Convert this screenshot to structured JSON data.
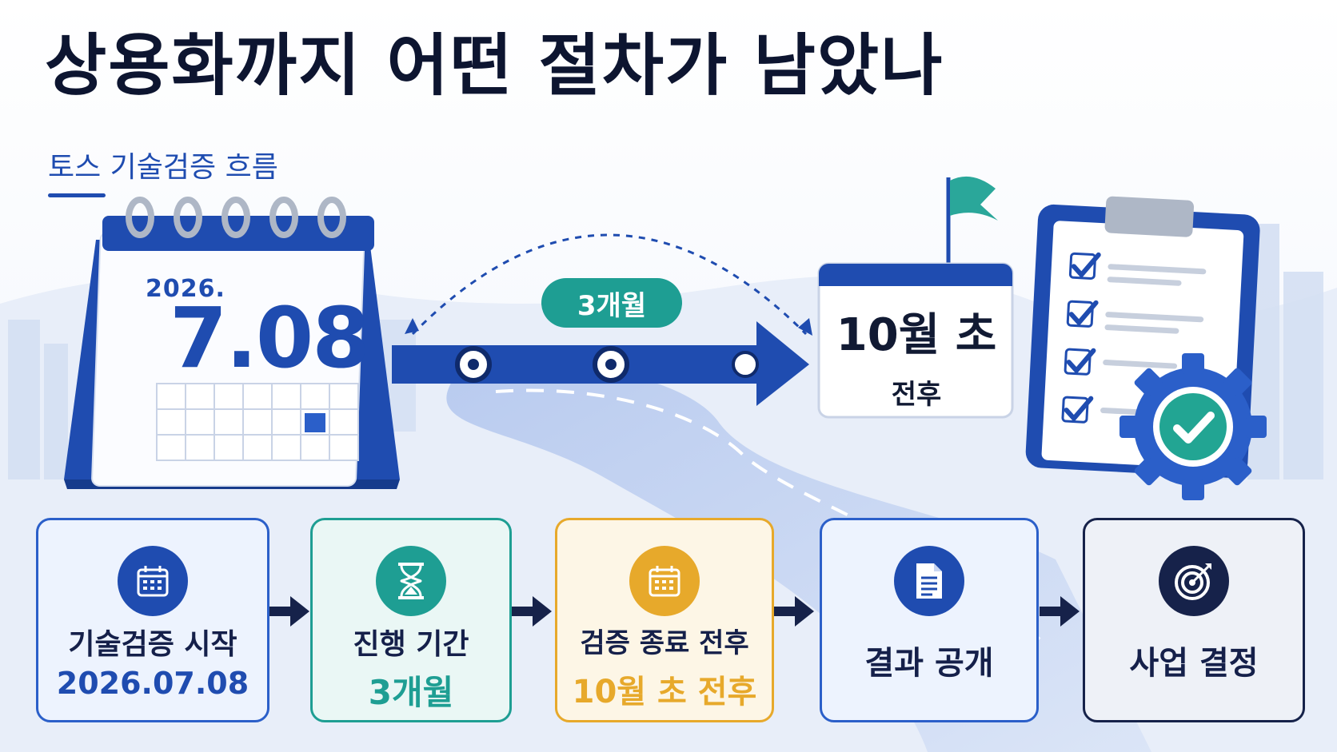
{
  "header": {
    "title": "상용화까지 어떤 절차가 남았나",
    "subtitle": "토스 기술검증 흐름"
  },
  "calendar": {
    "year": "2026.",
    "date": "7.08"
  },
  "timeline": {
    "duration_label": "3개월",
    "milestone_main": "10월 초",
    "milestone_sub": "전후"
  },
  "steps": [
    {
      "line1": "기술검증 시작",
      "line2": "2026.07.08",
      "icon": "calendar-icon"
    },
    {
      "line1": "진행 기간",
      "line2": "3개월",
      "icon": "hourglass-icon"
    },
    {
      "line1": "검증 종료 전후",
      "line2": "10월 초 전후",
      "icon": "calendar-icon"
    },
    {
      "line1": "결과 공개",
      "icon": "document-icon"
    },
    {
      "line1": "사업 결정",
      "icon": "target-icon"
    }
  ],
  "colors": {
    "primary_blue": "#1f4cb0",
    "teal": "#1e9e93",
    "amber": "#e7a92b",
    "navy": "#16224a"
  }
}
